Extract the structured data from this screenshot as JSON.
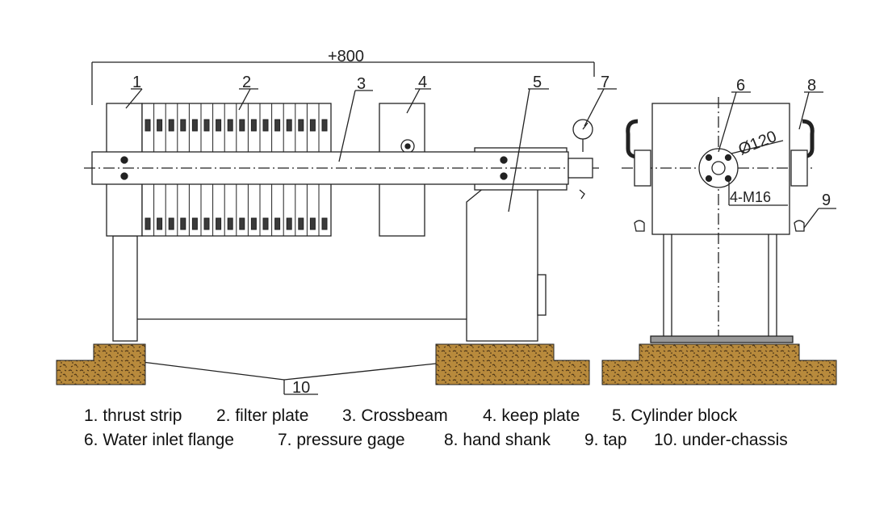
{
  "dimension": {
    "overall_length": "+800",
    "flange_diameter": "Ø120",
    "bolt_spec": "4-M16"
  },
  "callouts": [
    "1",
    "2",
    "3",
    "4",
    "5",
    "6",
    "7",
    "8",
    "9",
    "10"
  ],
  "legend": [
    "1. thrust strip",
    "2. filter plate",
    "3. Crossbeam",
    "4. keep plate",
    "5. Cylinder block",
    "6. Water inlet flange",
    "7.  pressure gage",
    "8. hand shank",
    "9. tap",
    "10. under-chassis"
  ],
  "colors": {
    "line": "#222222",
    "foundation": "#b88a3c",
    "foundation_speckle": "#4a3316",
    "plate_dark": "#3a3a3a"
  }
}
